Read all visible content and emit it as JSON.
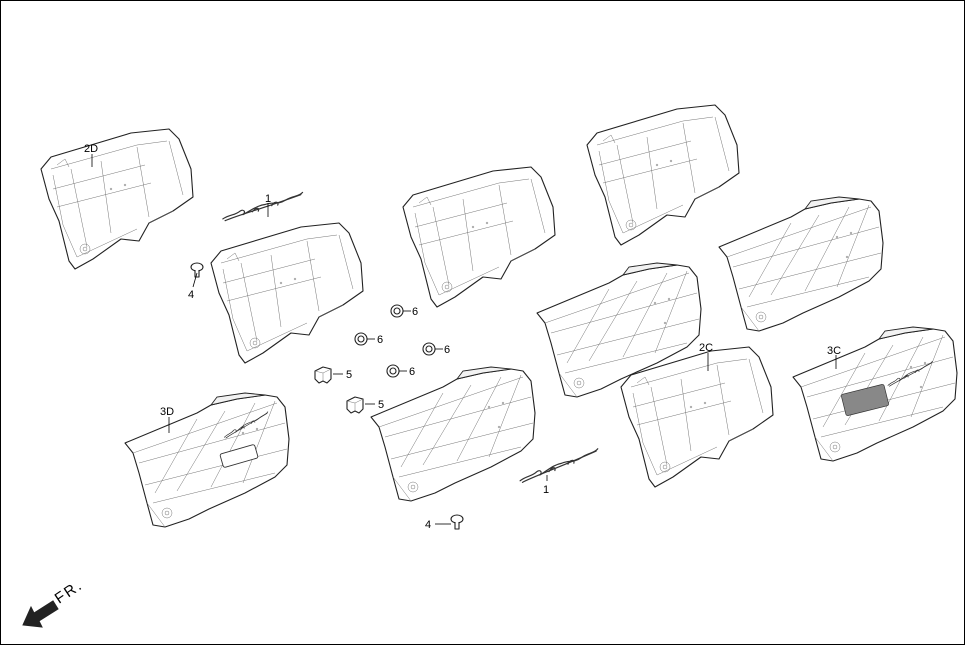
{
  "callouts": {
    "c_2d": "2D",
    "c_1a": "1",
    "c_4a": "4",
    "c_6a": "6",
    "c_6b": "6",
    "c_6c": "6",
    "c_6d": "6",
    "c_5a": "5",
    "c_5b": "5",
    "c_2c": "2C",
    "c_3c": "3C",
    "c_3d": "3D",
    "c_1b": "1",
    "c_4b": "4"
  },
  "direction": {
    "label": "FR."
  },
  "colors": {
    "line": "#222222",
    "badge": "#888888"
  }
}
